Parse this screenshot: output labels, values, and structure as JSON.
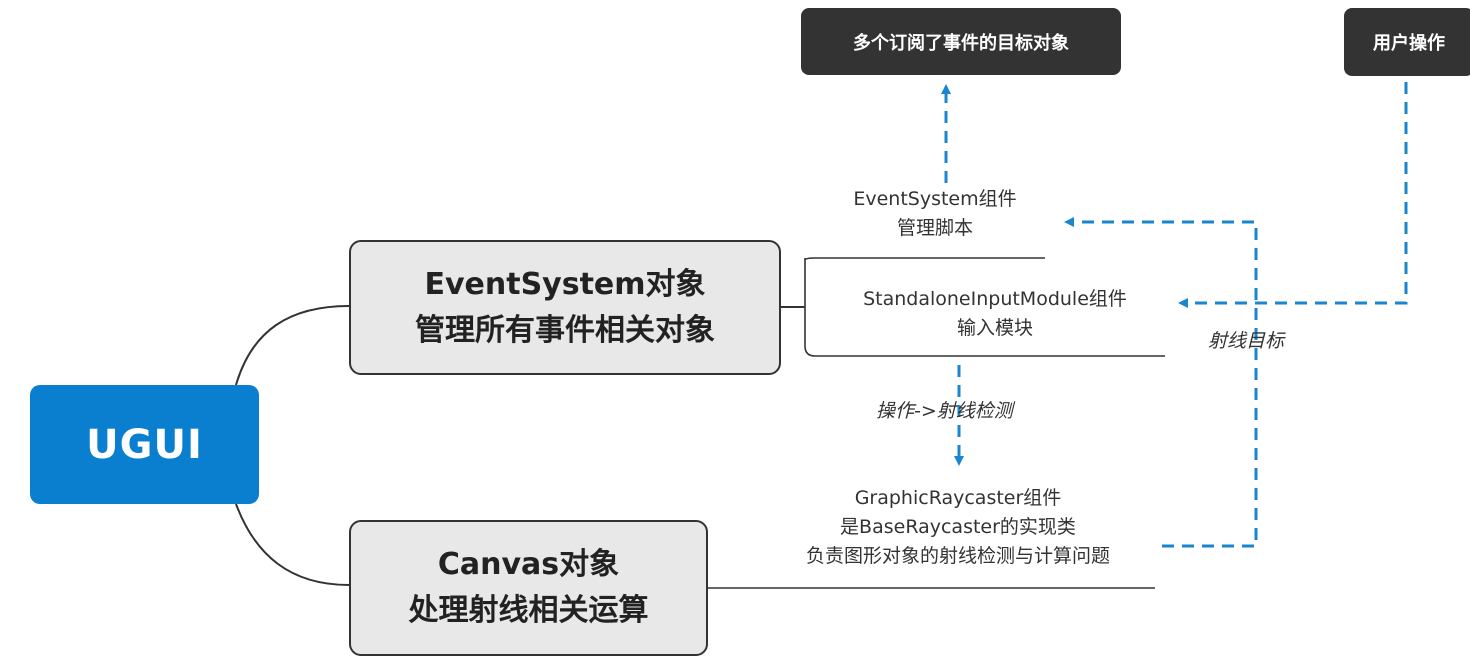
{
  "root": {
    "label": "UGUI"
  },
  "branches": [
    {
      "line1": "EventSystem对象",
      "line2": "管理所有事件相关对象"
    },
    {
      "line1": "Canvas对象",
      "line2": "处理射线相关运算"
    }
  ],
  "leaves": {
    "eventsystem": {
      "line1": "EventSystem组件",
      "line2": "管理脚本"
    },
    "input": {
      "line1": "StandaloneInputModule组件",
      "line2": "输入模块"
    },
    "raycaster": {
      "line1": "GraphicRaycaster组件",
      "line2": "是BaseRaycaster的实现类",
      "line3": "负责图形对象的射线检测与计算问题"
    }
  },
  "boxes": {
    "subscribers": "多个订阅了事件的目标对象",
    "user_action": "用户操作"
  },
  "notes": {
    "ray_target": "射线目标",
    "op_to_ray": "操作->射线检测"
  },
  "colors": {
    "root_fill": "#0a7fd0",
    "branch_fill": "#e8e8e8",
    "dark_box": "#333333",
    "dashed_arrow": "#1a86d0",
    "line": "#333333"
  }
}
